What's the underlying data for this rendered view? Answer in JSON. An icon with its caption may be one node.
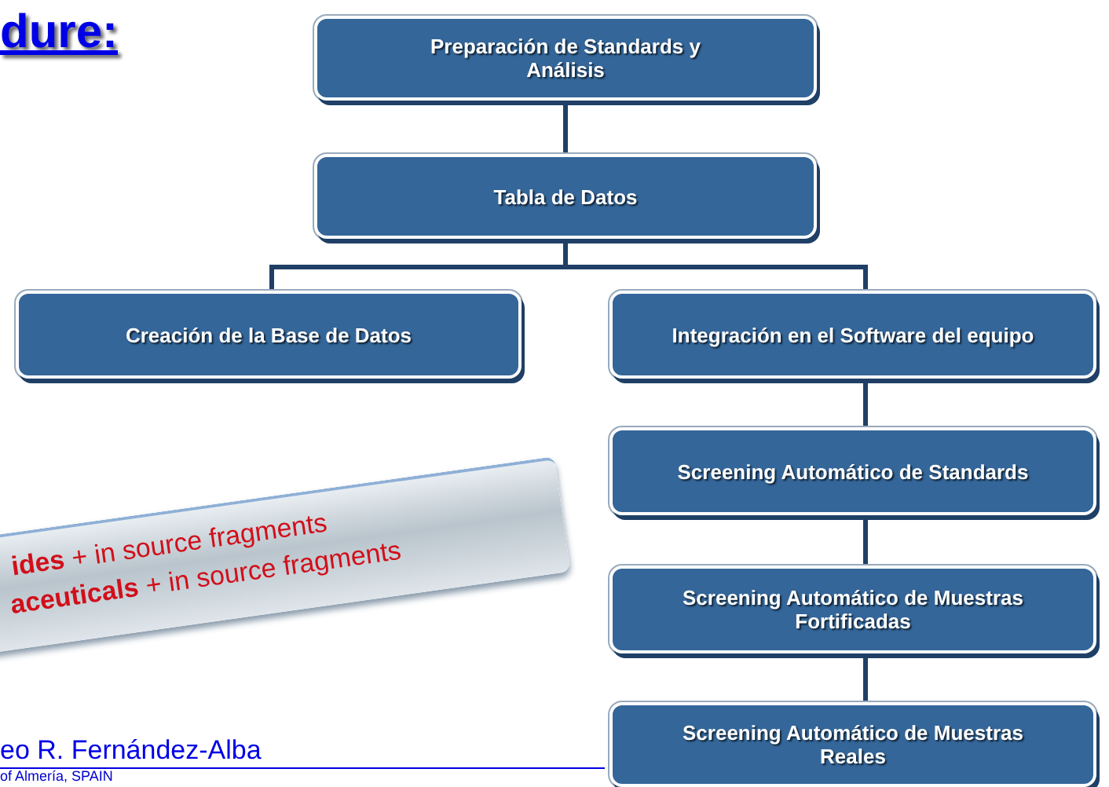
{
  "diagram": {
    "title": "dure:",
    "nodes": [
      {
        "text": [
          "Preparación de Standards y Análisis"
        ]
      },
      {
        "text": [
          "Tabla de Datos"
        ]
      },
      {
        "text": [
          "Creación de la Base de Datos"
        ]
      },
      {
        "text": [
          "Integración en el Software del equipo"
        ]
      },
      {
        "text": [
          "Screening Automático de Standards"
        ]
      },
      {
        "text": [
          "Screening Automático de Muestras Fortificadas"
        ]
      },
      {
        "text": [
          "Screening Automático de Muestras Reales"
        ]
      },
      {
        "text": [
          "**ides** + in source fragments",
          "**aceuticals** + in source fragments"
        ]
      }
    ],
    "edges": [
      {
        "from": 0,
        "to": 1,
        "arrow": "none"
      },
      {
        "from": 1,
        "to": 2,
        "arrow": "none"
      },
      {
        "from": 1,
        "to": 3,
        "arrow": "none"
      },
      {
        "from": 3,
        "to": 4,
        "arrow": "none"
      },
      {
        "from": 4,
        "to": 5,
        "arrow": "none"
      },
      {
        "from": 5,
        "to": 6,
        "arrow": "none"
      }
    ],
    "labels": [
      "eo R. Fernández-Alba",
      "of Almería, SPAIN"
    ]
  }
}
